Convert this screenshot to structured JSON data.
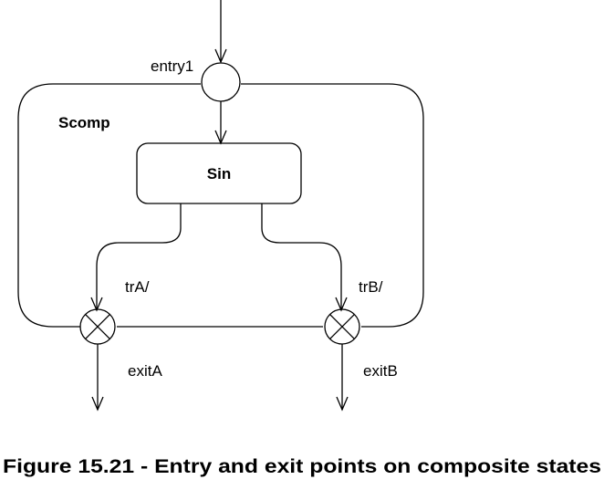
{
  "diagram": {
    "composite_state": {
      "name": "Scomp"
    },
    "substate": {
      "name": "Sin"
    },
    "entry_point": {
      "name": "entry1"
    },
    "exit_points": [
      {
        "name": "exitA",
        "transition": "trA/"
      },
      {
        "name": "exitB",
        "transition": "trB/"
      }
    ]
  },
  "caption": "Figure 15.21 - Entry and exit points on composite states"
}
